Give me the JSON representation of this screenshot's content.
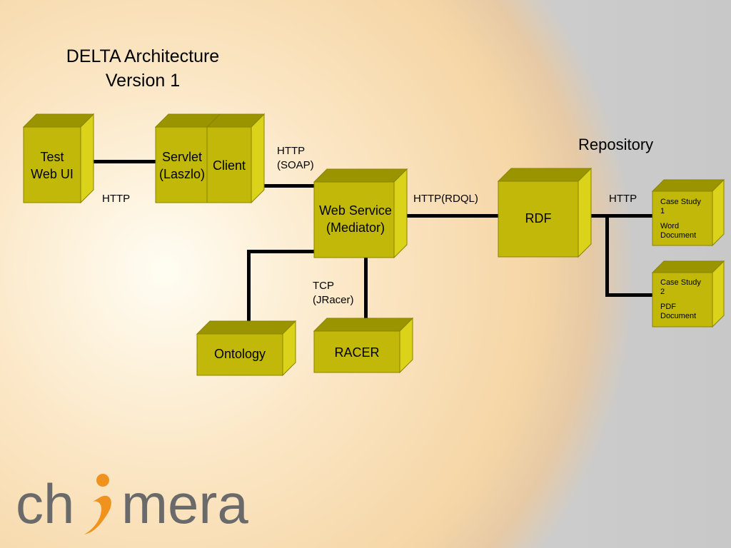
{
  "title": {
    "line1": "DELTA Architecture",
    "line2": "Version 1"
  },
  "repository_label": "Repository",
  "nodes": {
    "test_web_ui": "Test\nWeb UI",
    "servlet": "Servlet\n(Laszlo)",
    "client": "Client",
    "web_service": "Web Service\n(Mediator)",
    "rdf": "RDF",
    "ontology": "Ontology",
    "racer": "RACER",
    "case_study_1": {
      "title": "Case Study\n1",
      "sub": "Word\nDocument"
    },
    "case_study_2": {
      "title": "Case Study\n2",
      "sub": "PDF\nDocument"
    }
  },
  "connections": {
    "ui_servlet": "HTTP",
    "client_ws": "HTTP\n(SOAP)",
    "ws_rdf": "HTTP(RDQL)",
    "ws_racer": "TCP\n(JRacer)",
    "rdf_repo": "HTTP"
  },
  "colors": {
    "box_front": "#c2b80a",
    "box_top": "#9a9400",
    "box_side": "#dbd21a",
    "line": "#000000",
    "logo_gray": "#6a6a6a",
    "logo_orange": "#f0921e"
  },
  "logo": {
    "text_left": "ch",
    "text_right": "mera",
    "icon": "chimera-swoosh-i-icon"
  }
}
